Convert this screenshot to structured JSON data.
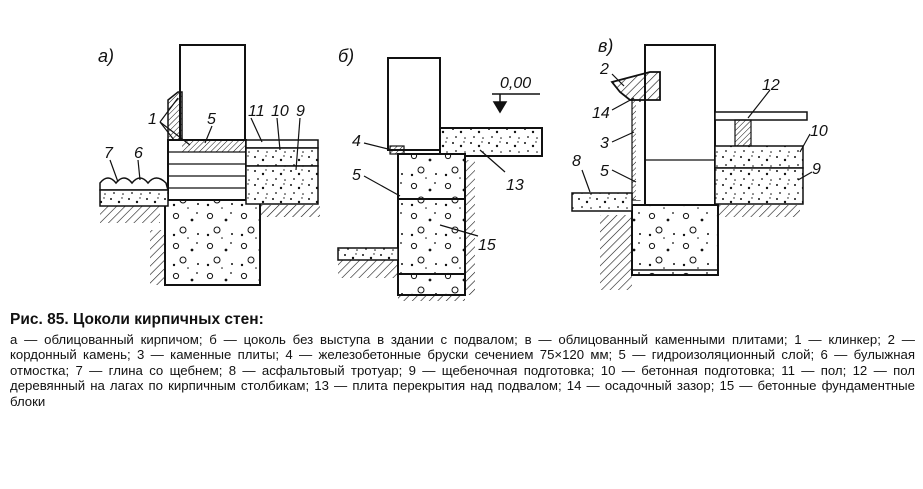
{
  "panels": {
    "a": "а)",
    "b": "б)",
    "v": "в)"
  },
  "labels_a": {
    "l1": "1",
    "l5": "5",
    "l11": "11",
    "l10": "10",
    "l9": "9",
    "l7": "7",
    "l6": "6"
  },
  "labels_b": {
    "level": "0,00",
    "l4": "4",
    "l5": "5",
    "l13": "13",
    "l15": "15"
  },
  "labels_v": {
    "l2": "2",
    "l14": "14",
    "l3": "3",
    "l5": "5",
    "l12": "12",
    "l10": "10",
    "l9": "9",
    "l8": "8"
  },
  "caption": {
    "title": "Рис. 85. Цоколи кирпичных стен:",
    "text": "а — облицованный кирпичом; б — цоколь без выступа в здании с подвалом; в — облицованный каменными плитами; 1 — клинкер; 2 — кордонный камень; 3 — каменные плиты; 4 — железобетонные бруски сечением 75×120 мм; 5 — гидроизоляционный слой; 6 — булыжная отмостка; 7 — глина со щебнем; 8 — асфальтовый тротуар; 9 — щебеночная подготовка; 10 — бетонная подготовка; 11 — пол; 12 — пол деревянный на лагах по кирпичным столбикам; 13 — плита перекрытия над подвалом; 14 — осадочный зазор; 15 — бетонные фундаментные блоки"
  },
  "colors": {
    "ink": "#111111",
    "paper": "#ffffff"
  }
}
